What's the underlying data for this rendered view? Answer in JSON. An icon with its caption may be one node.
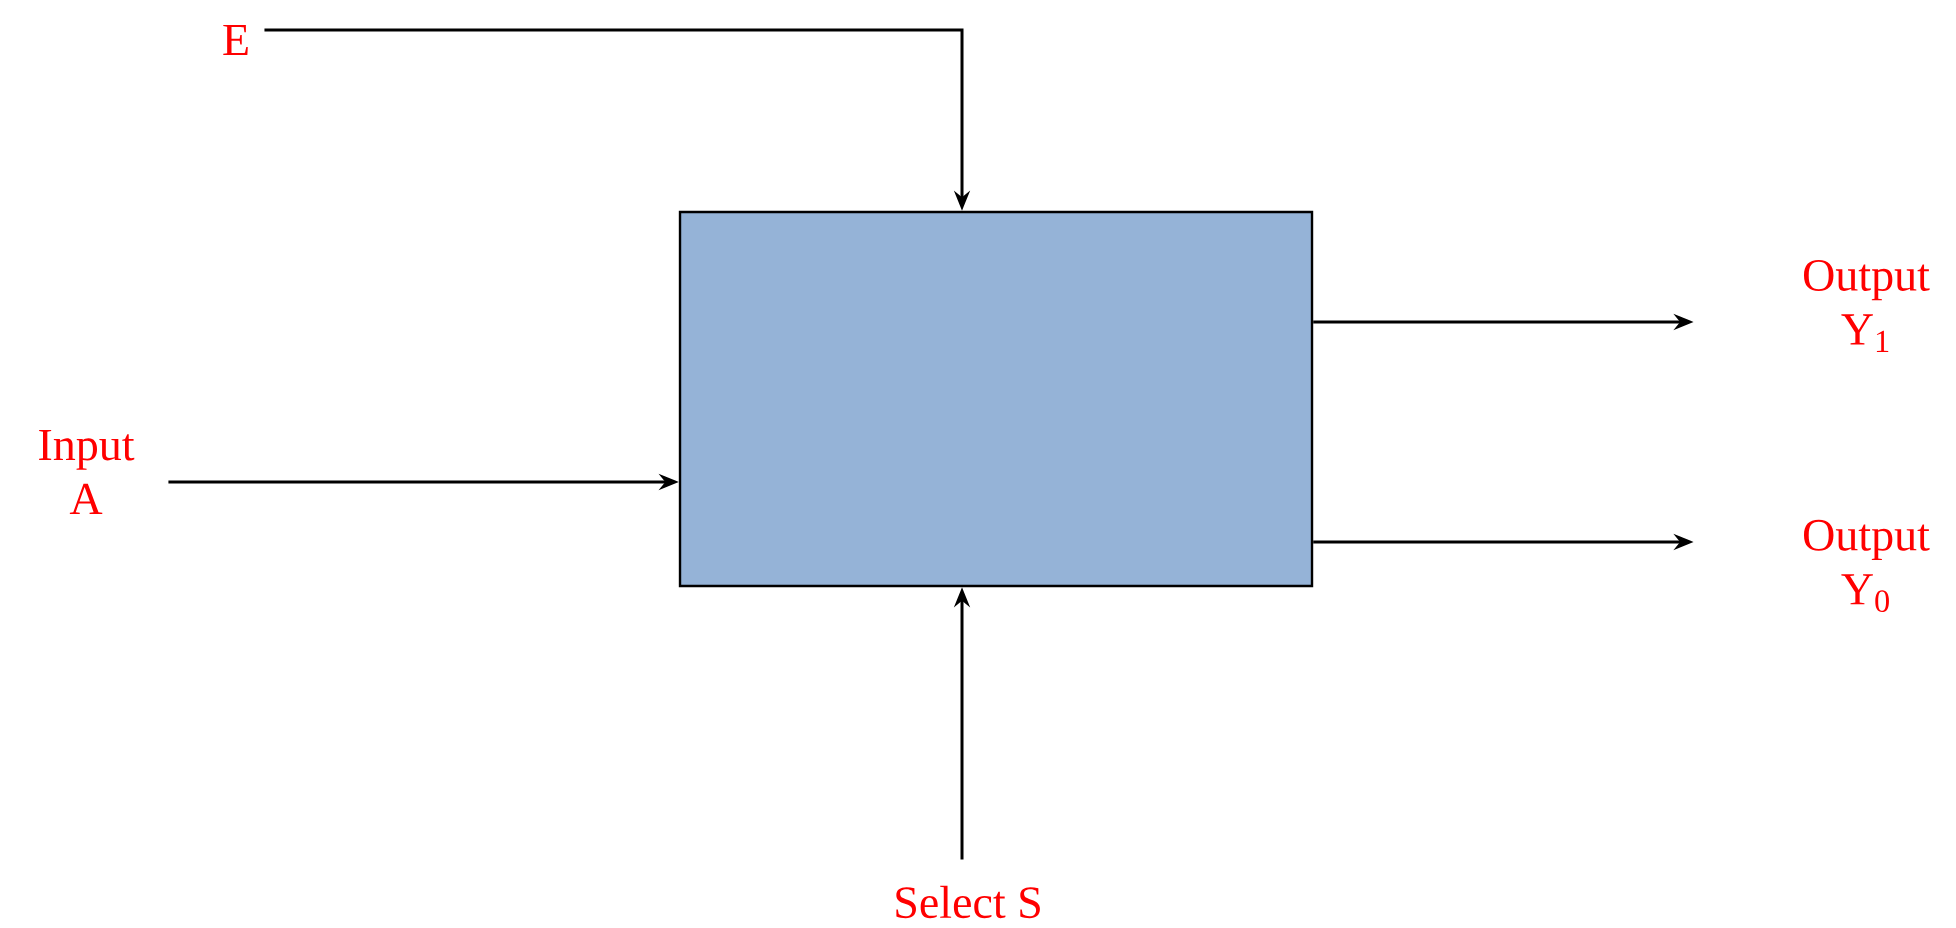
{
  "diagram": {
    "nodes": [
      {
        "text": [],
        "shape": "box"
      },
      {
        "text": [
          "E"
        ]
      },
      {
        "text": [
          "Input A"
        ]
      },
      {
        "text": [
          "Output Y$_{1}$"
        ]
      },
      {
        "text": [
          "Output Y$_{0}$"
        ]
      },
      {
        "text": [
          "Select S"
        ]
      }
    ],
    "edges": [
      {
        "from": 1,
        "to": 0,
        "arrow": "to"
      },
      {
        "from": 2,
        "to": 0,
        "arrow": "to"
      },
      {
        "from": 0,
        "to": 3,
        "arrow": "to"
      },
      {
        "from": 0,
        "to": 4,
        "arrow": "to"
      },
      {
        "from": 5,
        "to": 0,
        "arrow": "to"
      }
    ]
  }
}
